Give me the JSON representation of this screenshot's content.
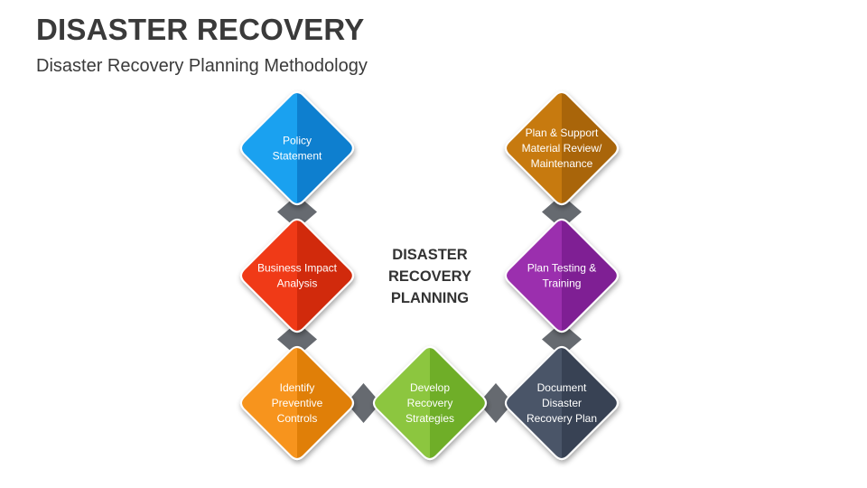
{
  "header": {
    "title": "DISASTER RECOVERY",
    "subtitle": "Disaster Recovery Planning Methodology"
  },
  "center_label": [
    "DISASTER",
    "RECOVERY",
    "PLANNING"
  ],
  "steps": [
    {
      "id": "policy-statement",
      "lines": [
        "Policy",
        "Statement"
      ],
      "color": "#1aa1f0",
      "dark": "#0e7fcf"
    },
    {
      "id": "business-impact-analysis",
      "lines": [
        "Business Impact",
        "Analysis"
      ],
      "color": "#f03a17",
      "dark": "#d12a0c"
    },
    {
      "id": "identify-preventive-controls",
      "lines": [
        "Identify",
        "Preventive",
        "Controls"
      ],
      "color": "#f7941d",
      "dark": "#e07f08"
    },
    {
      "id": "develop-recovery-strategies",
      "lines": [
        "Develop",
        "Recovery",
        "Strategies"
      ],
      "color": "#8cc63f",
      "dark": "#6fae28"
    },
    {
      "id": "document-disaster-recovery-plan",
      "lines": [
        "Document",
        "Disaster",
        "Recovery Plan"
      ],
      "color": "#4a5568",
      "dark": "#384254"
    },
    {
      "id": "plan-testing-training",
      "lines": [
        "Plan Testing &",
        "Training"
      ],
      "color": "#9b2fae",
      "dark": "#7f1f94"
    },
    {
      "id": "plan-support-material-review",
      "lines": [
        "Plan & Support",
        "Material Review/",
        "Maintenance"
      ],
      "color": "#c77a0f",
      "dark": "#a9650a"
    }
  ],
  "colors": {
    "connector": "#666a70",
    "text": "#3a3a3a"
  }
}
